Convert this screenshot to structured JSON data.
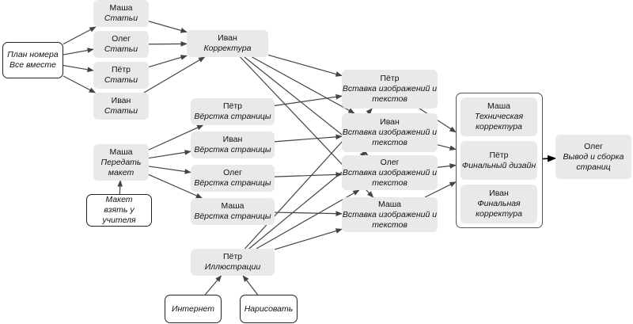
{
  "nodes": {
    "plan": {
      "name": "План номера",
      "task": "Все вместе"
    },
    "masha1": {
      "name": "Маша",
      "task": "Статьи"
    },
    "oleg1": {
      "name": "Олег",
      "task": "Статьи"
    },
    "petr1": {
      "name": "Пётр",
      "task": "Статьи"
    },
    "ivan1": {
      "name": "Иван",
      "task": "Статьи"
    },
    "ivan_corr": {
      "name": "Иван",
      "task": "Корректура"
    },
    "masha_lay": {
      "name": "Маша",
      "task": "Передать макет"
    },
    "maket": {
      "name": "Макет",
      "task": "взять у учителя"
    },
    "petr_v": {
      "name": "Пётр",
      "task": "Вёрстка страницы"
    },
    "ivan_v": {
      "name": "Иван",
      "task": "Вёрстка страницы"
    },
    "oleg_v": {
      "name": "Олег",
      "task": "Вёрстка страницы"
    },
    "masha_v": {
      "name": "Маша",
      "task": "Вёрстка страницы"
    },
    "petr_ill": {
      "name": "Пётр",
      "task": "Иллюстрации"
    },
    "internet": {
      "name": "",
      "task": "Интернет"
    },
    "draw": {
      "name": "",
      "task": "Нарисовать"
    },
    "petr_ins": {
      "name": "Пётр",
      "task": "Вставка изображений и текстов"
    },
    "ivan_ins": {
      "name": "Иван",
      "task": "Вставка изображений и текстов"
    },
    "oleg_ins": {
      "name": "Олег",
      "task": "Вставка изображений и текстов"
    },
    "masha_ins": {
      "name": "Маша",
      "task": "Вставка изображений и текстов"
    },
    "masha_tech": {
      "name": "Маша",
      "task": "Техническая корректура"
    },
    "petr_fin": {
      "name": "Пётр",
      "task": "Финальный дизайн"
    },
    "ivan_fin": {
      "name": "Иван",
      "task": "Финальная корректура"
    },
    "oleg_out": {
      "name": "Олег",
      "task": "Вывод и сборка страниц"
    }
  },
  "edges": [
    [
      "plan",
      "masha1"
    ],
    [
      "plan",
      "oleg1"
    ],
    [
      "plan",
      "petr1"
    ],
    [
      "plan",
      "ivan1"
    ],
    [
      "masha1",
      "ivan_corr"
    ],
    [
      "oleg1",
      "ivan_corr"
    ],
    [
      "petr1",
      "ivan_corr"
    ],
    [
      "ivan1",
      "ivan_corr"
    ],
    [
      "ivan_corr",
      "petr_ins"
    ],
    [
      "ivan_corr",
      "ivan_ins"
    ],
    [
      "ivan_corr",
      "oleg_ins"
    ],
    [
      "ivan_corr",
      "masha_ins"
    ],
    [
      "masha_lay",
      "petr_v"
    ],
    [
      "masha_lay",
      "ivan_v"
    ],
    [
      "masha_lay",
      "oleg_v"
    ],
    [
      "masha_lay",
      "masha_v"
    ],
    [
      "maket",
      "masha_lay"
    ],
    [
      "petr_v",
      "petr_ins"
    ],
    [
      "ivan_v",
      "ivan_ins"
    ],
    [
      "oleg_v",
      "oleg_ins"
    ],
    [
      "masha_v",
      "masha_ins"
    ],
    [
      "petr_ill",
      "petr_ins"
    ],
    [
      "petr_ill",
      "ivan_ins"
    ],
    [
      "petr_ill",
      "oleg_ins"
    ],
    [
      "petr_ill",
      "masha_ins"
    ],
    [
      "internet",
      "petr_ill"
    ],
    [
      "draw",
      "petr_ill"
    ],
    [
      "petr_ins",
      "group"
    ],
    [
      "ivan_ins",
      "group"
    ],
    [
      "oleg_ins",
      "group"
    ],
    [
      "masha_ins",
      "group"
    ],
    [
      "group",
      "oleg_out"
    ]
  ]
}
